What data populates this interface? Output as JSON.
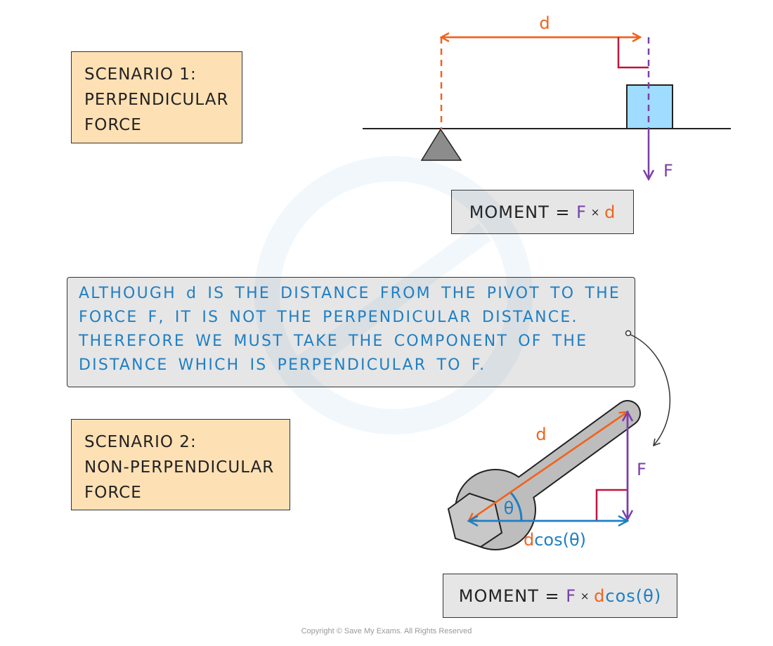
{
  "scenario1": {
    "lines": [
      "SCENARIO 1:",
      "PERPENDICULAR",
      "FORCE"
    ]
  },
  "scenario2": {
    "lines": [
      "SCENARIO 2:",
      "NON-PERPENDICULAR",
      "FORCE"
    ]
  },
  "moment1": {
    "prefix": "MOMENT = ",
    "f": "F",
    "times": " × ",
    "d": "d"
  },
  "note": {
    "lines": [
      "ALTHOUGH d IS THE DISTANCE FROM THE PIVOT TO THE",
      "FORCE F, IT IS NOT THE PERPENDICULAR DISTANCE.",
      "THEREFORE WE MUST TAKE THE COMPONENT OF THE",
      "DISTANCE WHICH IS PERPENDICULAR TO F."
    ]
  },
  "moment2": {
    "prefix": "MOMENT = ",
    "f": "F",
    "times": " × ",
    "d": "d",
    "cos": "cos(θ)"
  },
  "diagram1": {
    "distance_label": "d",
    "force_label": "F"
  },
  "diagram2": {
    "distance_label": "d",
    "force_label": "F",
    "angle_label": "θ",
    "component_d": "d",
    "component_cos": "cos(θ)"
  },
  "colors": {
    "distance": "#f0641e",
    "force": "#7b3fa8",
    "component": "#1f7fc4",
    "right_angle": "#c0143c",
    "block": "#9fdcff"
  },
  "copyright": "Copyright © Save My Exams. All Rights Reserved"
}
